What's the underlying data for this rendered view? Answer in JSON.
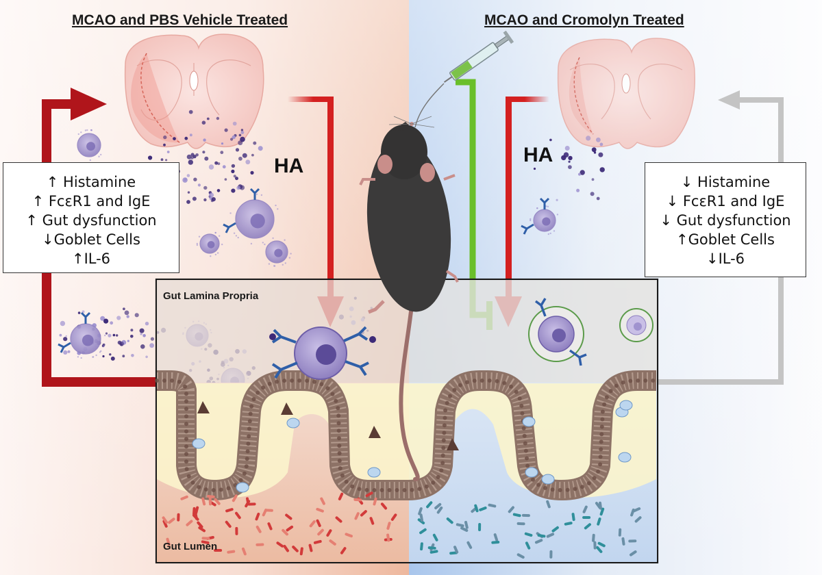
{
  "titles": {
    "left": "MCAO and PBS Vehicle Treated",
    "right": "MCAO and Cromolyn Treated"
  },
  "left_box": {
    "lines": [
      "↑ Histamine",
      "↑ FcεR1 and IgE",
      "↑ Gut dysfunction",
      "↓Goblet Cells",
      "↑IL-6"
    ]
  },
  "right_box": {
    "lines": [
      "↓ Histamine",
      "↓ FcεR1 and IgE",
      "↓ Gut dysfunction",
      "↑Goblet Cells",
      "↓IL-6"
    ]
  },
  "ha_label": "HA",
  "gut_labels": {
    "lamina_propria": "Gut Lamina Propria",
    "lumen": "Gut Lumen"
  },
  "colors": {
    "left_bg": "#f2c9b4",
    "right_bg": "#bdd3ee",
    "red_arrow": "#b0151b",
    "bright_red_arrow": "#d42020",
    "gray_arrow": "#c4c4c4",
    "green_inhibit": "#6abf2a",
    "mast_cell": "#8f80c0",
    "histamine_dot": "#3d2a78",
    "antibody": "#2f5fa8",
    "mouse": "#3b3a3a",
    "epithelium": "#a48a7e",
    "mucus": "#fbf4cc",
    "brain": "#f3c9c4"
  },
  "icons": [
    "brain-icon",
    "mouse-icon",
    "syringe-icon",
    "mast-cell-icon",
    "antibody-icon",
    "bacteria-icon",
    "histamine-granule-icon",
    "goblet-cell-icon"
  ]
}
